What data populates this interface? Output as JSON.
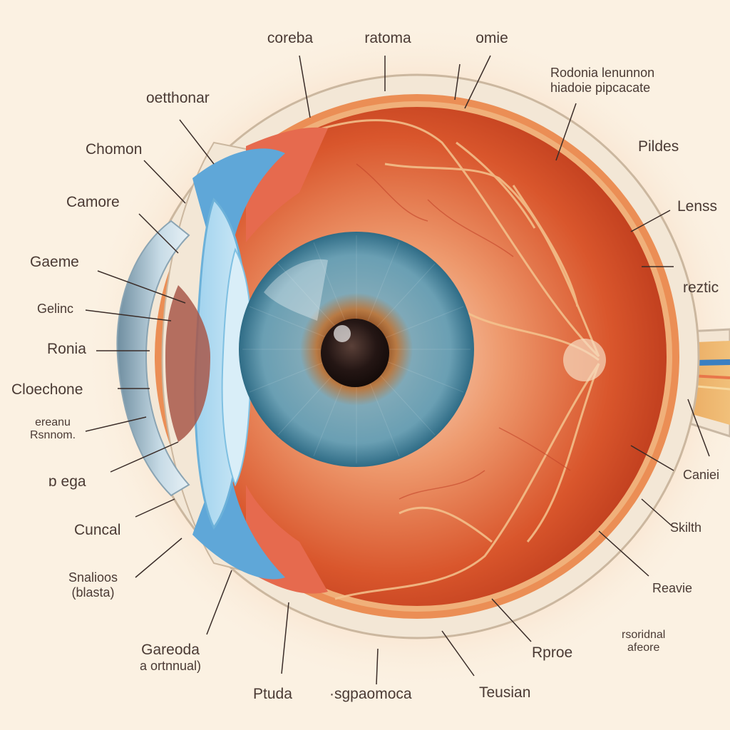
{
  "labels": {
    "coreba": "coreba",
    "ratoma": "ratoma",
    "omie": "omie",
    "rodonia_1": "Rodonia lenunnon",
    "rodonia_2": "hiadoie pipcacate",
    "oetthonar": "oetthonar",
    "chomon": "Chomon",
    "pildes": "Pildes",
    "camore": "Camore",
    "lenss": "Lenss",
    "gaeme": "Gaeme",
    "reztic": "reztic",
    "gelinc": "Gelinc",
    "ronia": "Ronia",
    "cloechone": "Cloechone",
    "ereanu_1": "ereanu",
    "ereanu_2": "Rsnnom.",
    "bega": "ɒ ega",
    "caniei": "Caniei",
    "cuncal": "Cuncal",
    "skilth": "Skilth",
    "snalioos_1": "Snalioos",
    "snalioos_2": "(blasta)",
    "reavie": "Reavie",
    "gareoda_1": "Gareoda",
    "gareoda_2": "a ortnnual)",
    "rproe": "Rproe",
    "rsoridnal_1": "rsoridnal",
    "rsoridnal_2": "afeore",
    "ptuda": "Ptuda",
    "sgpaomoca": "·sgpaomoca",
    "teusian": "Teusian"
  },
  "colors": {
    "background": "#fbf1e2",
    "sclera": "#f3e7d6",
    "choroid": "#e06a3a",
    "retina_inner": "#d8562c",
    "iris_blue": "#5f97ad",
    "iris_brown": "#a25d2a",
    "pupil": "#2a1a16",
    "cornea_blue": "#7fc0e2",
    "nerve": "#e9a14a",
    "label_text": "#4a3a34",
    "leader_line": "#3a2c28"
  }
}
